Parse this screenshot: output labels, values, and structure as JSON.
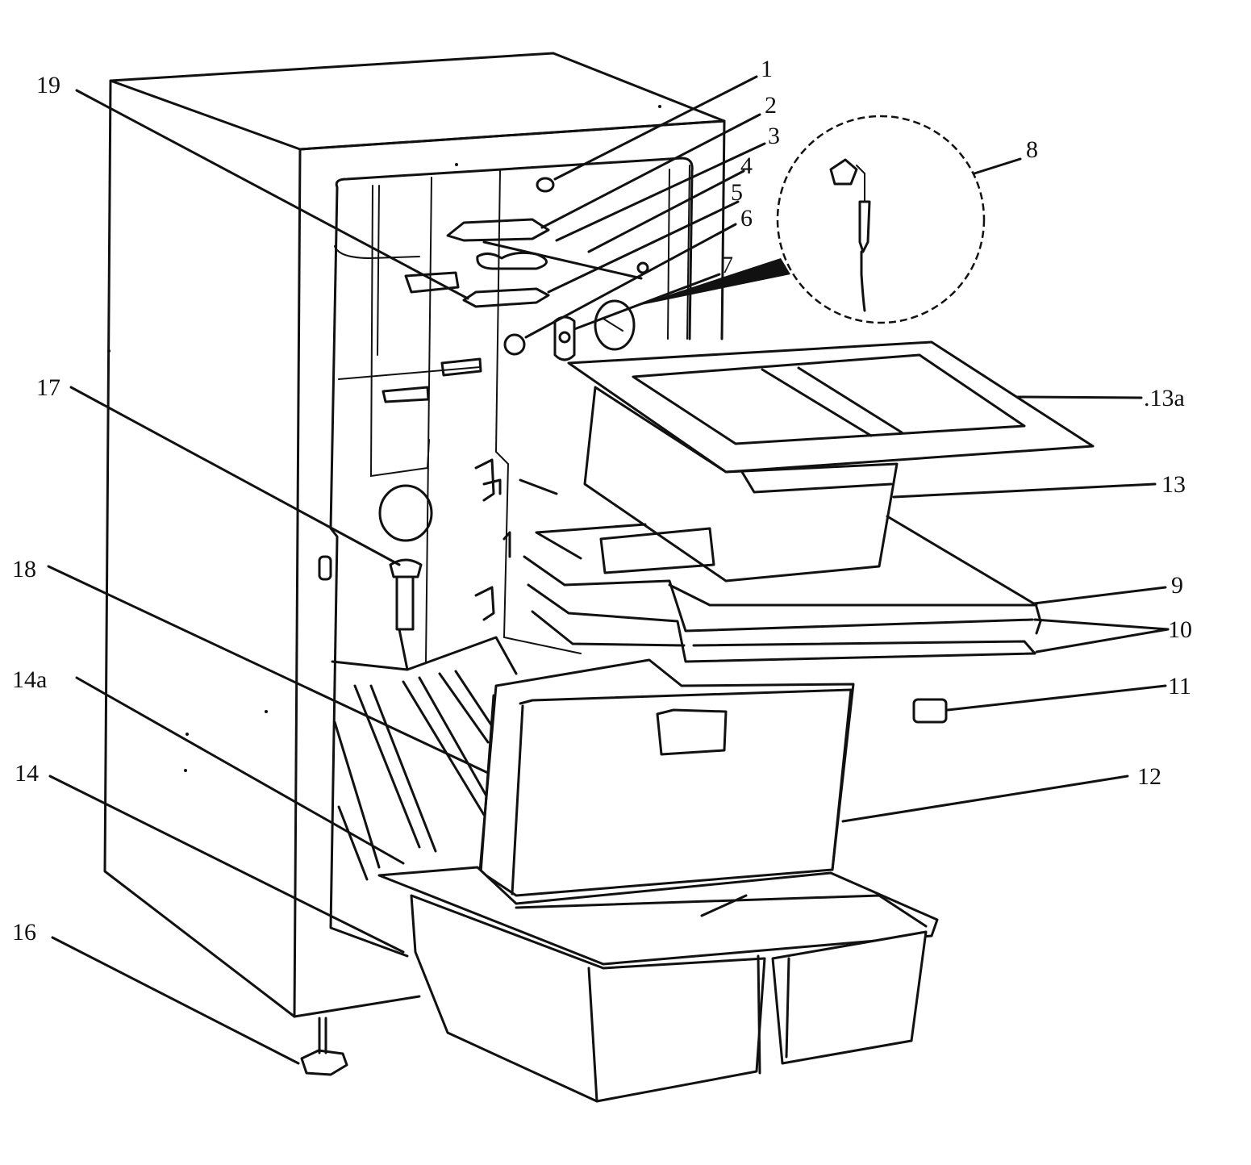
{
  "callouts": [
    {
      "id": "c1",
      "label": "1"
    },
    {
      "id": "c2",
      "label": "2"
    },
    {
      "id": "c3",
      "label": "3"
    },
    {
      "id": "c4",
      "label": "4"
    },
    {
      "id": "c5",
      "label": "5"
    },
    {
      "id": "c6",
      "label": "6"
    },
    {
      "id": "c7",
      "label": "7"
    },
    {
      "id": "c8",
      "label": "8"
    },
    {
      "id": "c13a",
      "label": ".13a"
    },
    {
      "id": "c13",
      "label": "13"
    },
    {
      "id": "c9",
      "label": "9"
    },
    {
      "id": "c10",
      "label": "10"
    },
    {
      "id": "c11",
      "label": "11"
    },
    {
      "id": "c12",
      "label": "12"
    },
    {
      "id": "c19",
      "label": "19"
    },
    {
      "id": "c17",
      "label": "17"
    },
    {
      "id": "c18",
      "label": "18"
    },
    {
      "id": "c14a",
      "label": "14a"
    },
    {
      "id": "c14",
      "label": "14"
    },
    {
      "id": "c16",
      "label": "16"
    }
  ],
  "colors": {
    "line": "#111111",
    "background": "#ffffff"
  }
}
